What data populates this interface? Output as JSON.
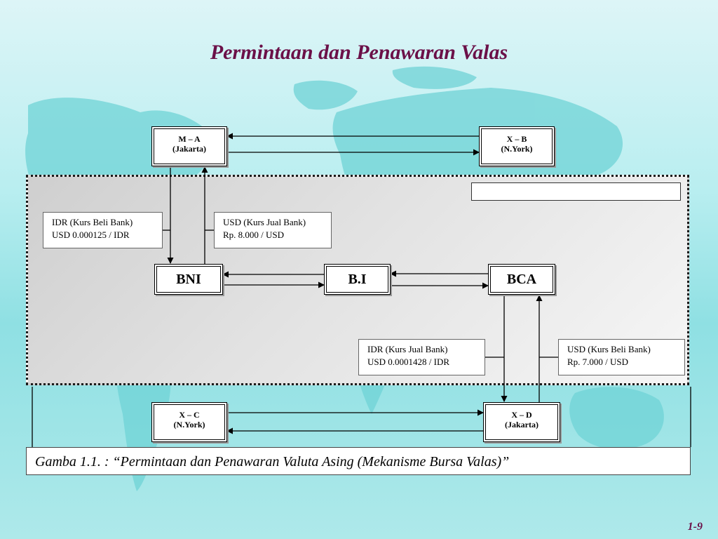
{
  "title": "Permintaan dan Penawaran Valas",
  "nodes": {
    "ma": {
      "line1": "M – A",
      "line2": "(Jakarta)"
    },
    "xb": {
      "line1": "X – B",
      "line2": "(N.York)"
    },
    "bni": {
      "label": "BNI"
    },
    "bi": {
      "label": "B.I"
    },
    "bca": {
      "label": "BCA"
    },
    "xc": {
      "line1": "X – C",
      "line2": "(N.York)"
    },
    "xd": {
      "line1": "X – D",
      "line2": "(Jakarta)"
    }
  },
  "rates": {
    "idr_beli": {
      "line1": "IDR (Kurs Beli Bank)",
      "line2": "USD 0.000125 / IDR"
    },
    "usd_jual": {
      "line1": "USD (Kurs Jual Bank)",
      "line2": "Rp. 8.000 / USD"
    },
    "idr_jual": {
      "line1": "IDR (Kurs Jual Bank)",
      "line2": "USD 0.0001428 / IDR"
    },
    "usd_beli": {
      "line1": "USD (Kurs Beli Bank)",
      "line2": "Rp. 7.000 / USD"
    }
  },
  "caption": "Gamba 1.1. : “Permintaan dan Penawaran Valuta Asing (Mekanisme Bursa Valas)”",
  "page_number": "1-9",
  "colors": {
    "title": "#6b1048",
    "background": "#b9eef0",
    "map": "#6fd3d6"
  }
}
